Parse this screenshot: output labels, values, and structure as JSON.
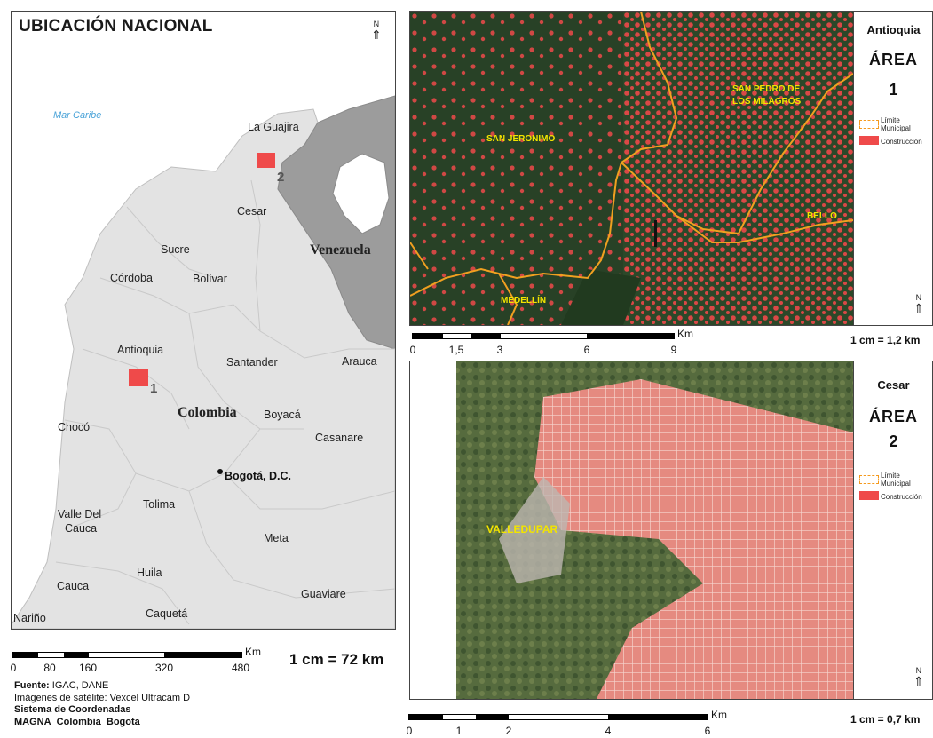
{
  "national": {
    "title": "UBICACIÓN NACIONAL",
    "north_label": "N",
    "sea": "Mar Caribe",
    "countries": [
      "Venezuela",
      "Colombia"
    ],
    "departments": [
      "La Guajira",
      "Cesar",
      "Sucre",
      "Córdoba",
      "Bolívar",
      "Antioquia",
      "Santander",
      "Arauca",
      "Chocó",
      "Boyacá",
      "Casanare",
      "Tolima",
      "Valle Del",
      "Cauca",
      "Meta",
      "Huila",
      "Cauca",
      "Guaviare",
      "Nariño",
      "Caquetá"
    ],
    "capital": "Bogotá, D.C.",
    "area_markers": [
      "1",
      "2"
    ],
    "scale": {
      "ticks": [
        "0",
        "80",
        "160",
        "320",
        "480"
      ],
      "unit": "Km",
      "ratio": "1 cm = 72 km"
    }
  },
  "source": {
    "fuente_label": "Fuente:",
    "fuente_value": "IGAC, DANE",
    "imagery": "Imágenes de satélite: Vexcel Ultracam D",
    "crs_title": "Sistema de Coordenadas",
    "crs_value": "MAGNA_Colombia_Bogota"
  },
  "area1": {
    "department": "Antioquia",
    "area_label": "ÁREA",
    "area_number": "1",
    "north_label": "N",
    "legend": {
      "municipal": [
        "Límite",
        "Municipal"
      ],
      "construction": "Construcción"
    },
    "places": [
      "SAN PEDRO DE",
      "LOS MILAGROS",
      "SAN JERONIMO",
      "BELLO",
      "MEDELLÍN"
    ],
    "scale": {
      "ticks": [
        "0",
        "1,5",
        "3",
        "6",
        "9"
      ],
      "unit": "Km",
      "ratio": "1 cm = 1,2 km"
    }
  },
  "area2": {
    "department": "Cesar",
    "area_label": "ÁREA",
    "area_number": "2",
    "north_label": "N",
    "legend": {
      "municipal": [
        "Límite",
        "Municipal"
      ],
      "construction": "Construcción"
    },
    "places": [
      "VALLEDUPAR"
    ],
    "scale": {
      "ticks": [
        "0",
        "1",
        "2",
        "4",
        "6"
      ],
      "unit": "Km",
      "ratio": "1 cm = 0,7 km"
    }
  },
  "colors": {
    "construction": "#ef4a4a",
    "municipal_boundary": "#f59a1e",
    "place_label": "#f2e400",
    "sea_label": "#4aa3d8",
    "land": "#e3e3e3",
    "neighbor": "#9c9c9c"
  }
}
